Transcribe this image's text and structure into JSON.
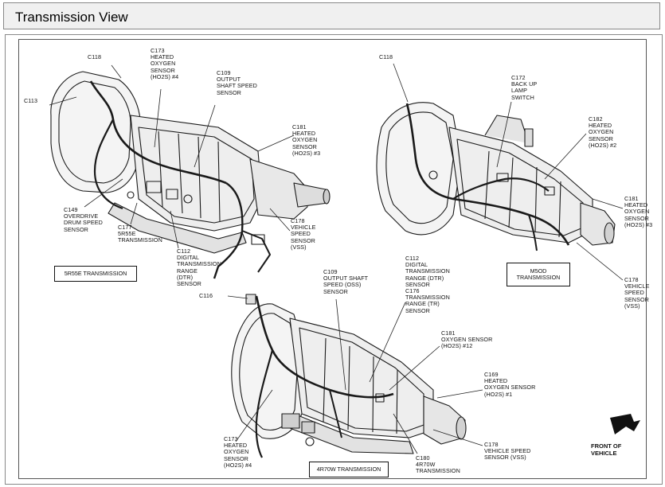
{
  "window": {
    "title": "Transmission View"
  },
  "diagram": {
    "labels": {
      "c118_a": "C118",
      "c113": "C113",
      "c173_top": "C173\nHEATED\nOXYGEN\nSENSOR\n(HO2S) #4",
      "c109_top": "C109\nOUTPUT\nSHAFT SPEED\nSENSOR",
      "c181_top": "C181\nHEATED\nOXYGEN\nSENSOR\n(HO2S) #3",
      "c149": "C149\nOVERDRIVE\nDRUM SPEED\nSENSOR",
      "c177": "C177\n5R55E\nTRANSMISSION",
      "c112_a": "C112\nDIGITAL\nTRANSMISSION\nRANGE\n(DTR)\nSENSOR",
      "c178_a": "C178\nVEHICLE\nSPEED\nSENSOR\n(VSS)",
      "c118_b": "C118",
      "c172": "C172\nBACK UP\nLAMP\nSWITCH",
      "c182": "C182\nHEATED\nOXYGEN\nSENSOR\n(HO2S) #2",
      "c181_right": "C181\nHEATED\nOXYGEN\nSENSOR\n(HO2S) #3",
      "c178_right": "C178\nVEHICLE\nSPEED\nSENSOR\n(VSS)",
      "c116": "C116",
      "c109_mid": "C109\nOUTPUT SHAFT\nSPEED (OSS)\nSENSOR",
      "c112_mid": "C112\nDIGITAL\nTRANSMISSION\nRANGE (DTR)\nSENSOR\nC176\nTRANSMISSION\nRANGE (TR)\nSENSOR",
      "c181_mid": "C181\nOXYGEN SENSOR\n(HO2S) #12",
      "c169": "C169\nHEATED\nOXYGEN SENSOR\n(HO2S) #1",
      "c173_bottom": "C173\nHEATED\nOXYGEN\nSENSOR\n(HO2S) #4",
      "c180": "C180\n4R70W\nTRANSMISSION",
      "c178_bottom": "C178\nVEHICLE SPEED\nSENSOR (VSS)"
    },
    "boxes": {
      "t5r55e": "5R55E TRANSMISSION",
      "m5od": "M5OD\nTRANSMISSION",
      "t4r70w": "4R70W TRANSMISSION"
    },
    "front_of_vehicle": "FRONT OF VEHICLE"
  }
}
